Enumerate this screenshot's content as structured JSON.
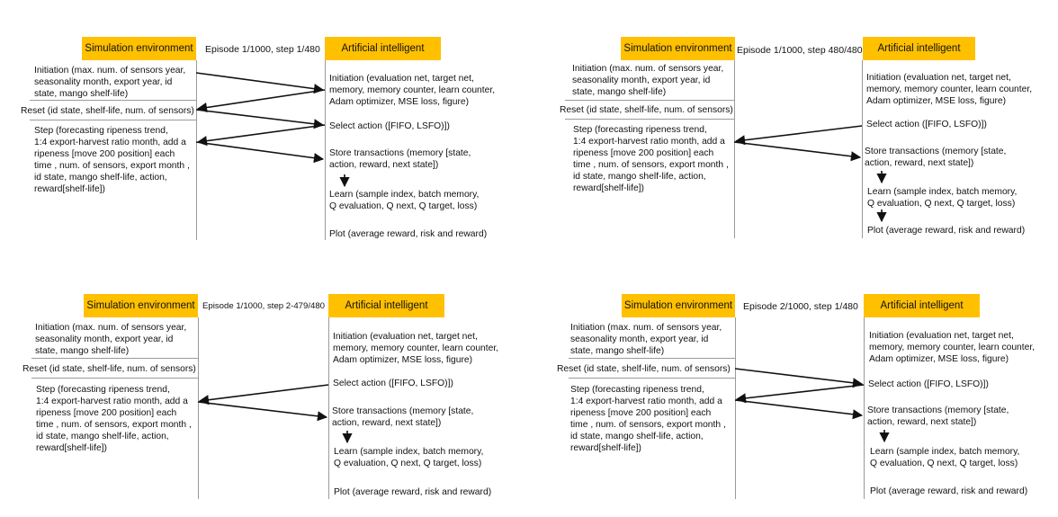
{
  "labels": {
    "sim_env": "Simulation environment",
    "ai": "Artificial intelligent"
  },
  "sim_text": {
    "init": "Initiation (max. num. of sensors year,\nseasonality month, export year, id\nstate, mango shelf-life)",
    "reset": "Reset (id state, shelf-life, num. of sensors)",
    "step": "Step (forecasting ripeness trend,\n1:4 export-harvest ratio month, add a\nripeness [move 200 position] each\ntime , num. of sensors, export month ,\nid state, mango shelf-life, action,\nreward[shelf-life])"
  },
  "ai_text": {
    "init": "Initiation (evaluation net, target net,\nmemory, memory counter, learn counter,\nAdam optimizer, MSE loss, figure)",
    "select": "Select action ([FIFO, LSFO)])",
    "store": "Store transactions (memory [state,\naction, reward, next state])",
    "learn": "Learn (sample index, batch memory,\nQ evaluation, Q next, Q target, loss)",
    "plot": "Plot (average reward, risk and reward)"
  },
  "panels": [
    {
      "id": "top-left",
      "episode": "Episode 1/1000, step 1/480"
    },
    {
      "id": "top-right",
      "episode": "Episode 1/1000, step 480/480"
    },
    {
      "id": "bottom-left",
      "episode": "Episode 1/1000, step 2-479/480"
    },
    {
      "id": "bottom-right",
      "episode": "Episode 2/1000, step 1/480"
    }
  ],
  "colors": {
    "header_fill": "#ffc000",
    "lifeline": "#9a9a9a",
    "arrow": "#111111"
  }
}
